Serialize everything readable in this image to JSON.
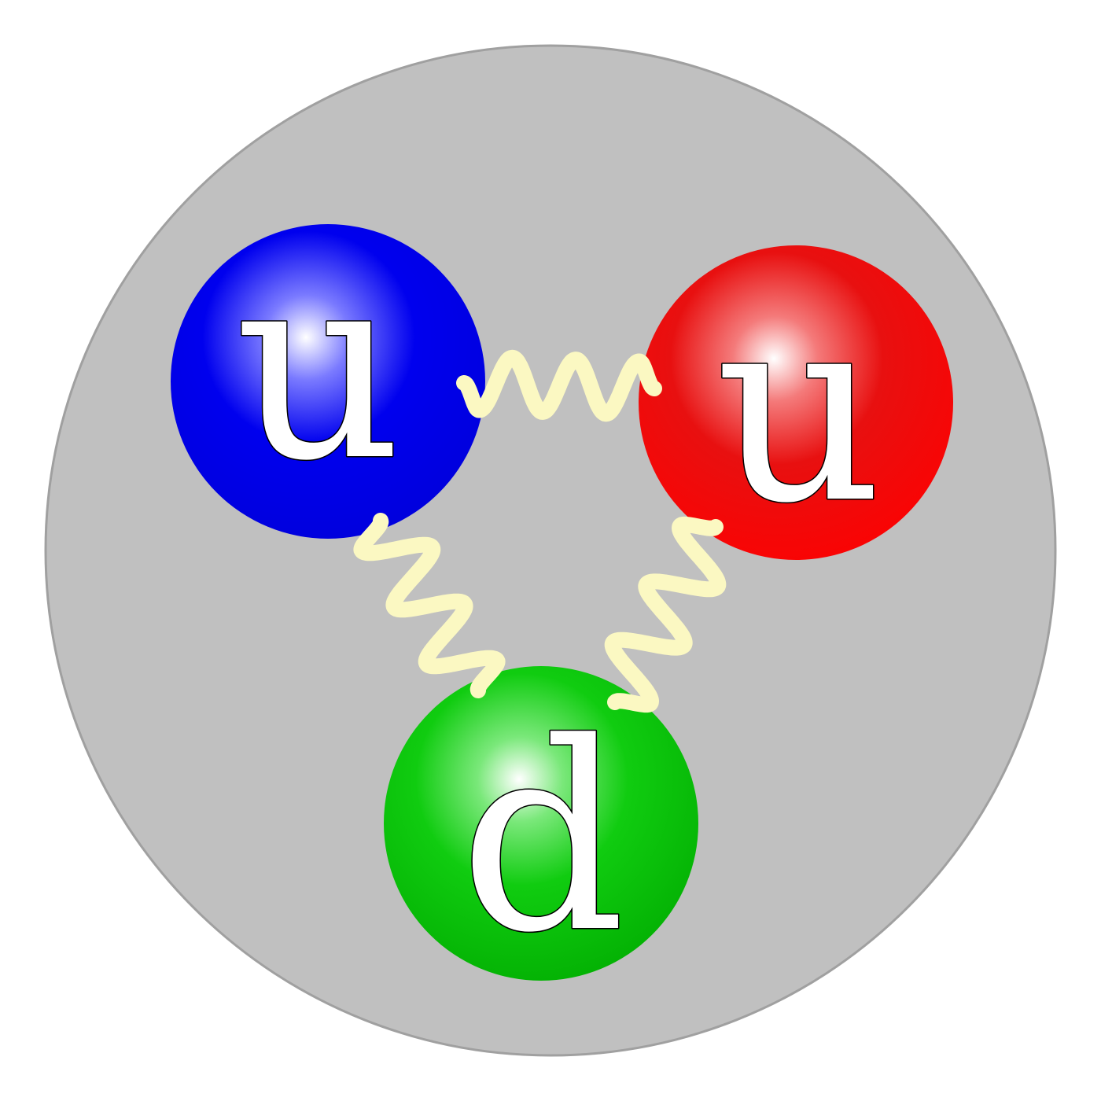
{
  "colors": {
    "background": "#ffffff",
    "hadron_fill": "#c0c0c0",
    "hadron_stroke": "#a0a0a0",
    "gluon": "#fbf8c2",
    "quark_1": "#0000ee",
    "quark_2": "#ee0000",
    "quark_3": "#00b800"
  },
  "quarks": [
    {
      "label": "u",
      "color": "blue"
    },
    {
      "label": "u",
      "color": "red"
    },
    {
      "label": "d",
      "color": "green"
    }
  ],
  "gluons": [
    {
      "from": "quark_1",
      "to": "quark_2"
    },
    {
      "from": "quark_1",
      "to": "quark_3"
    },
    {
      "from": "quark_2",
      "to": "quark_3"
    }
  ]
}
